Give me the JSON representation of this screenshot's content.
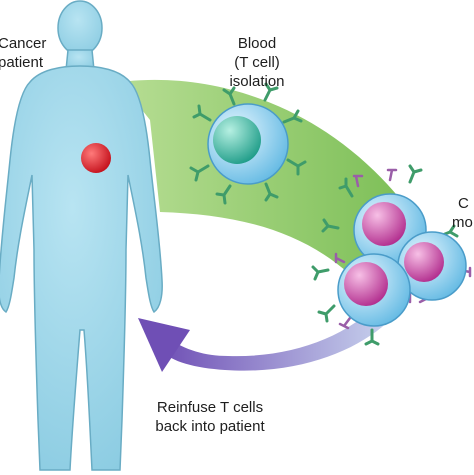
{
  "labels": {
    "patient": [
      "Cancer",
      "patient"
    ],
    "blood": [
      "Blood",
      "(T cell)",
      "isolation"
    ],
    "modify": [
      "C",
      "mo"
    ],
    "reinfuse": [
      "Reinfuse T cells",
      "back into patient"
    ]
  },
  "colors": {
    "body_fill": "#9fd6e8",
    "body_stroke": "#6fb3cb",
    "tumor": "#d91f2a",
    "green_arrow": "#8ec96a",
    "purple_arrow": "#8a6fc6",
    "cell_membrane": "#7fc8e8",
    "nucleus_teal": "#3dbfaa",
    "nucleus_magenta": "#d14aa5",
    "receptor_green": "#3f9c6a",
    "car_purple": "#9a5ea8"
  },
  "icons": [
    "human-body-icon",
    "tumor-icon",
    "t-cell-icon",
    "car-t-cell-icon"
  ]
}
